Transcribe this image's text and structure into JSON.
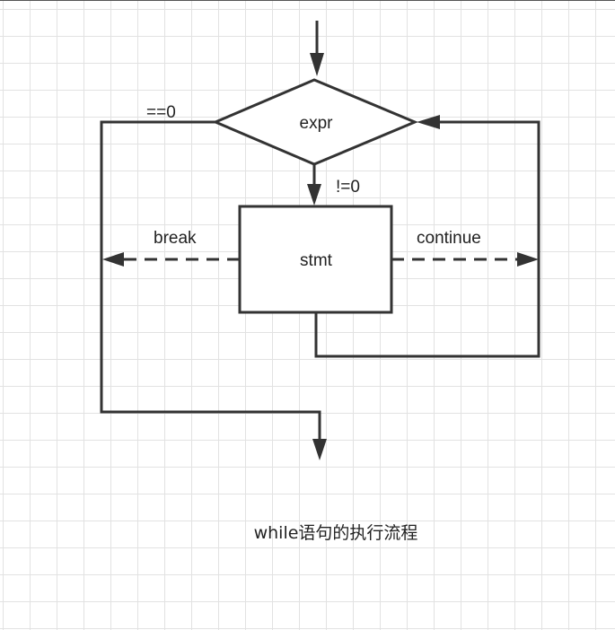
{
  "diagram": {
    "decision_label": "expr",
    "process_label": "stmt",
    "edge_zero_label": "==0",
    "edge_nonzero_label": "!=0",
    "break_label": "break",
    "continue_label": "continue",
    "caption": "while语句的执行流程"
  },
  "colors": {
    "stroke": "#333333",
    "grid": "#e2e2e2",
    "background": "#ffffff"
  }
}
